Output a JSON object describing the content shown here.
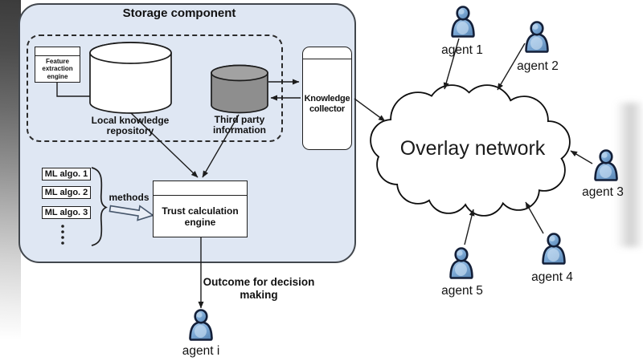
{
  "storage": {
    "title": "Storage component",
    "feature_engine_label": "Feature extraction engine",
    "local_repo_label": "Local knowledge repository",
    "third_party_label": "Third party information",
    "knowledge_collector_label": "Knowledge collector",
    "trust_engine_label": "Trust calculation engine",
    "ml_algorithms": [
      "ML algo. 1",
      "ML algo. 2",
      "ML algo. 3"
    ],
    "methods_label": "methods"
  },
  "outcome_label": "Outcome for decision making",
  "network_label": "Overlay network",
  "agents": [
    "agent 1",
    "agent 2",
    "agent 3",
    "agent 4",
    "agent 5",
    "agent i"
  ],
  "colors": {
    "storage_fill": "#dfe7f3",
    "storage_border": "#42474d",
    "third_party_fill": "#8e8e8e",
    "third_party_top_fill": "#a2a2a2",
    "agent_blue": "#7ca9d6",
    "line": "#1c1c1c"
  }
}
